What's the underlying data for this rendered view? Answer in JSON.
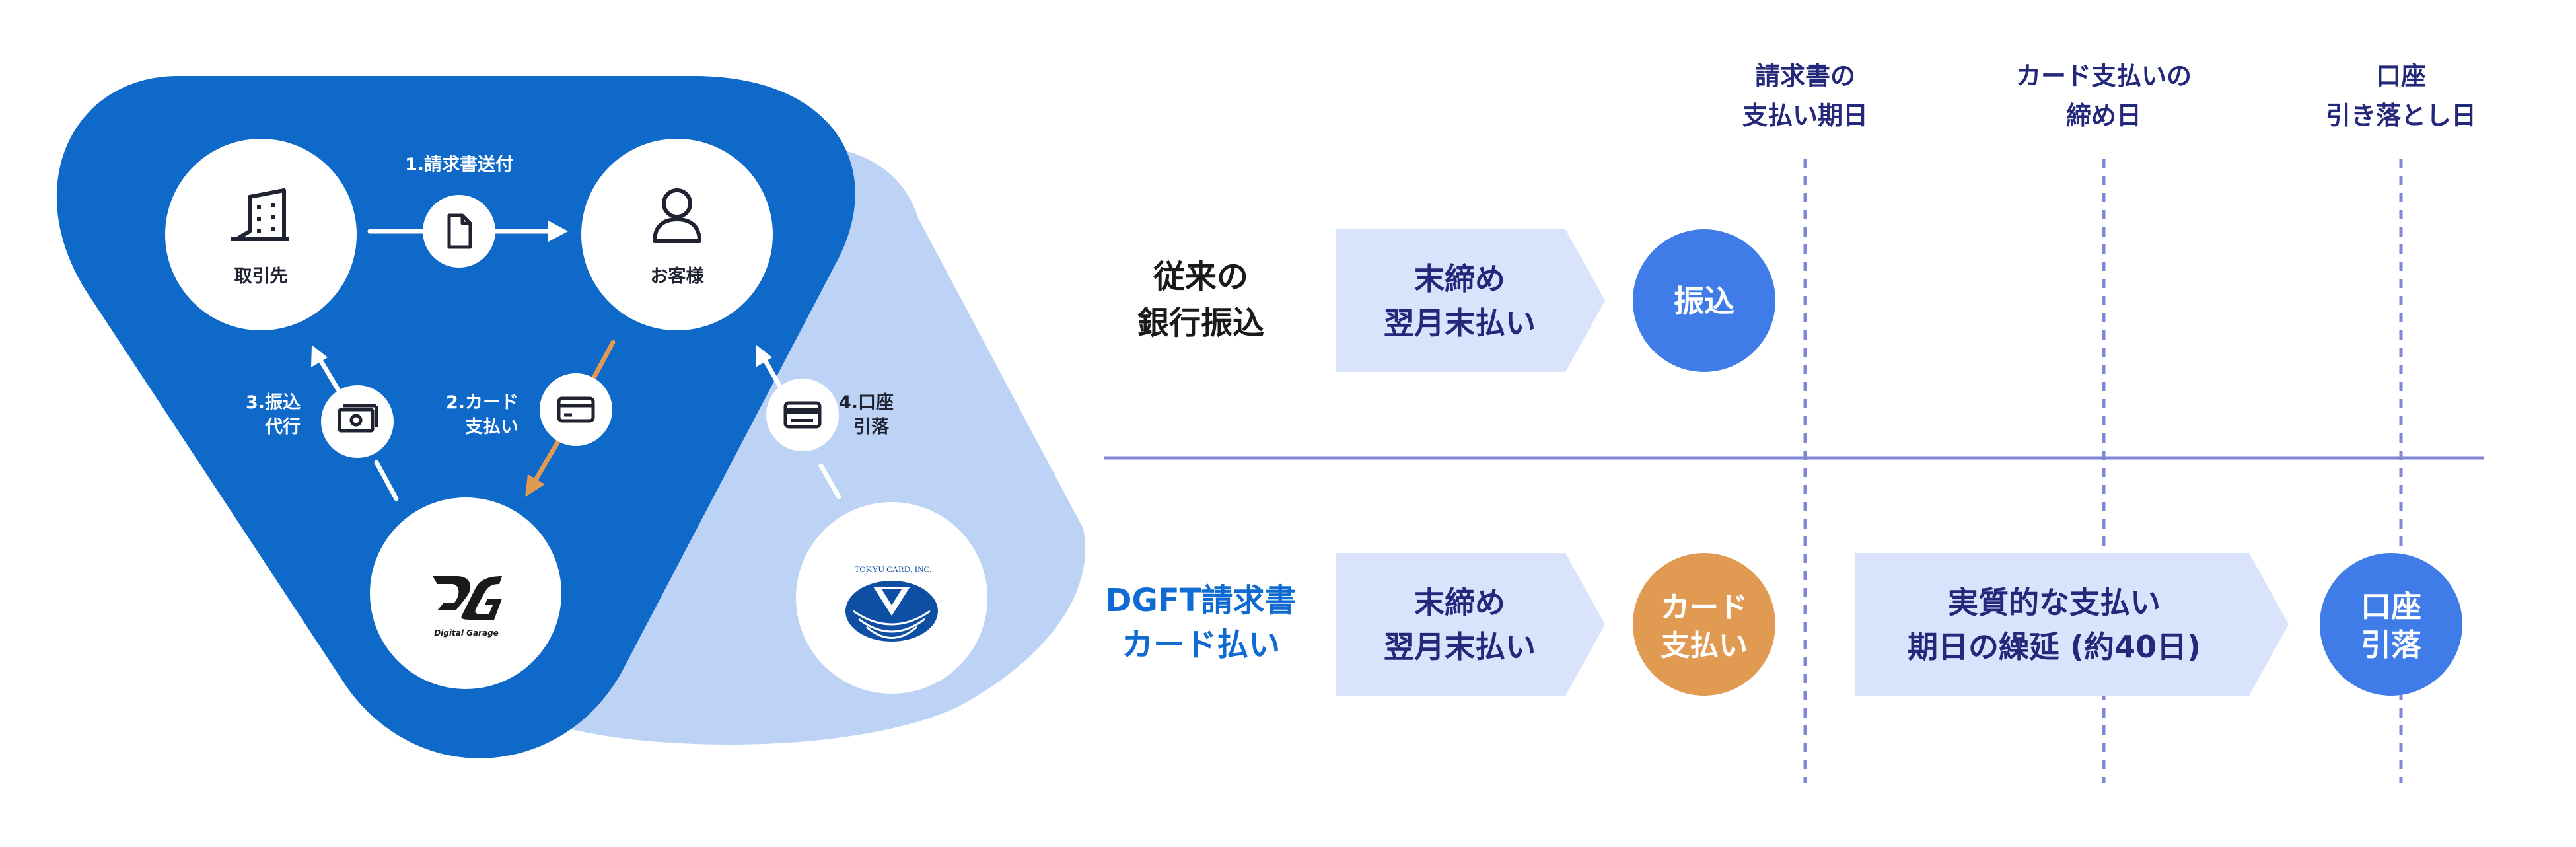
{
  "colors": {
    "primary_blue": "#0e69c8",
    "light_blue": "#bcd3f5",
    "pale_blue": "#d9e3fb",
    "bright_blue": "#3f7ce8",
    "orange": "#e19a52",
    "navy": "#24287a",
    "dgft_blue": "#0f6bd1",
    "dashed_line": "#7f86d6"
  },
  "flow": {
    "nodes": {
      "partner": {
        "label": "取引先",
        "icon": "building-icon"
      },
      "customer": {
        "label": "お客様",
        "icon": "person-icon"
      },
      "dg": {
        "logo_text": "Digital Garage",
        "icon": "dg-logo-icon"
      },
      "tokyu": {
        "logo_text": "TOKYU CARD, INC.",
        "icon": "tokyu-card-logo-icon"
      }
    },
    "steps": [
      {
        "label_lines": [
          "1.請求書送付"
        ],
        "icon": "document-icon"
      },
      {
        "label_lines": [
          "2.カード",
          "支払い"
        ],
        "icon": "card-icon"
      },
      {
        "label_lines": [
          "3.振込",
          "代行"
        ],
        "icon": "cash-icon"
      },
      {
        "label_lines": [
          "4.口座",
          "引落"
        ],
        "icon": "bank-card-icon"
      }
    ]
  },
  "timeline": {
    "columns": [
      {
        "label_lines": [
          "請求書の",
          "支払い期日"
        ]
      },
      {
        "label_lines": [
          "カード支払いの",
          "締め日"
        ]
      },
      {
        "label_lines": [
          "口座",
          "引き落とし日"
        ]
      }
    ],
    "rows": [
      {
        "title_lines": [
          "従来の",
          "銀行振込"
        ],
        "arrow_lines": [
          "末締め",
          "翌月末払い"
        ],
        "circle_label_lines": [
          "振込"
        ]
      },
      {
        "title_lines": [
          "DGFT請求書",
          "カード払い"
        ],
        "arrow_lines": [
          "末締め",
          "翌月末払い"
        ],
        "circle_label_lines": [
          "カード",
          "支払い"
        ],
        "extension_lines": [
          "実質的な支払い",
          "期日の繰延 (約40日)"
        ],
        "end_circle_lines": [
          "口座",
          "引落"
        ]
      }
    ]
  }
}
